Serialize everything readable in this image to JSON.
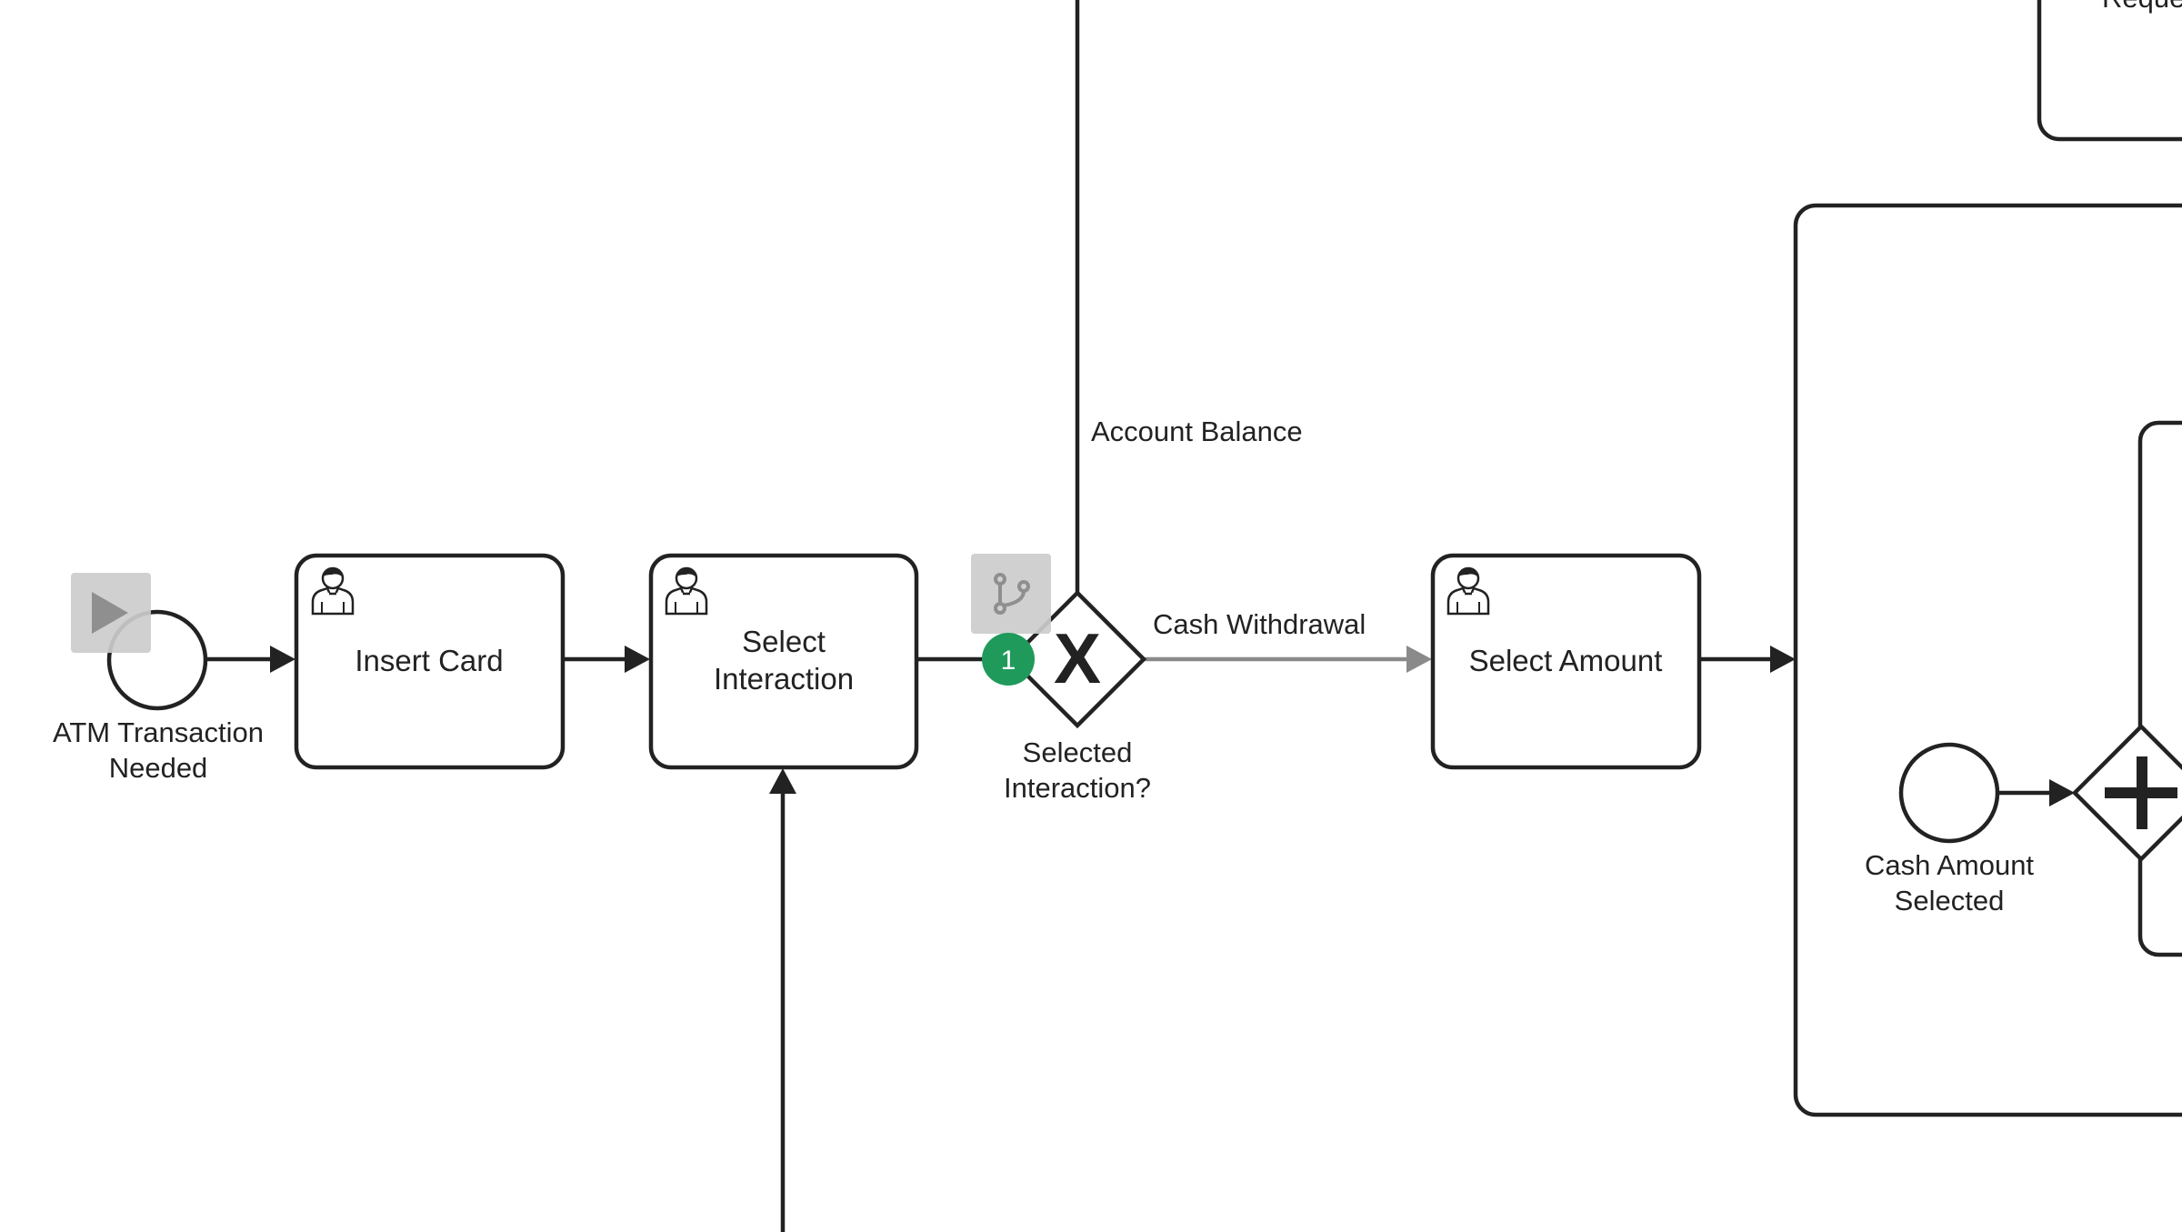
{
  "diagram": {
    "colors": {
      "stroke": "#222222",
      "active_flow": "#8a8a8a",
      "overlay_bg": "#cccccc",
      "overlay_icon": "#8f8f8f",
      "token_badge": "#1f9a5a",
      "token_text": "#ffffff",
      "background": "#ffffff"
    },
    "start_event": {
      "label_line1": "ATM Transaction",
      "label_line2": "Needed",
      "overlay_icon": "play-icon"
    },
    "tasks": {
      "insert_card": {
        "label": "Insert Card",
        "icon": "user-icon"
      },
      "select_interaction": {
        "label_line1": "Select",
        "label_line2": "Interaction",
        "icon": "user-icon"
      },
      "select_amount": {
        "label": "Select Amount",
        "icon": "user-icon"
      },
      "partial_top_right": {
        "label": "Reque"
      }
    },
    "gateway": {
      "type": "exclusive",
      "marker": "X",
      "label_line1": "Selected",
      "label_line2": "Interaction?",
      "token_count": "1",
      "overlay_icon": "branch-icon"
    },
    "flows": {
      "account_balance": "Account Balance",
      "cash_withdrawal": "Cash Withdrawal"
    },
    "subprocess": {
      "start_event": {
        "label_line1": "Cash Amount",
        "label_line2": "Selected"
      },
      "gateway": {
        "type": "parallel",
        "marker": "+"
      }
    }
  }
}
